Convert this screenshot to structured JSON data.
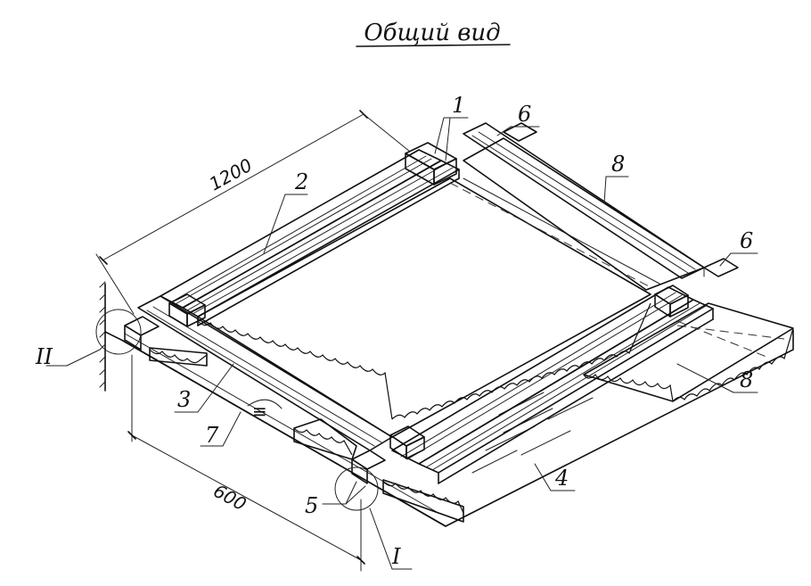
{
  "title": "Общий вид",
  "dimensions": {
    "length": "1200",
    "width": "600"
  },
  "callouts": {
    "c1": "1",
    "c2": "2",
    "c3": "3",
    "c4": "4",
    "c5": "5",
    "c6a": "6",
    "c6b": "6",
    "c7": "7",
    "c8a": "8",
    "c8b": "8",
    "detail_1": "I",
    "detail_2": "II"
  }
}
